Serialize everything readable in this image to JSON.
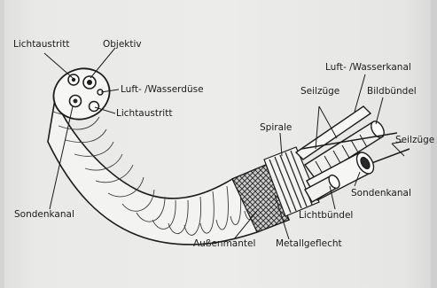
{
  "diagram": {
    "labels": {
      "lichtaustritt_top": "Lichtaustritt",
      "objektiv": "Objektiv",
      "luft_wasserduese": "Luft- /Wasserdüse",
      "lichtaustritt_mid": "Lichtaustritt",
      "sondenkanal_left": "Sondenkanal",
      "luft_wasserkanal": "Luft- /Wasserkanal",
      "seilzuege_top": "Seilzüge",
      "bildbuendel": "Bildbündel",
      "spirale": "Spirale",
      "seilzuege_right": "Seilzüge",
      "sondenkanal_right": "Sondenkanal",
      "lichtbuendel": "Lichtbündel",
      "aussenmantel": "Außenmantel",
      "metallgeflecht": "Metallgeflecht"
    }
  }
}
